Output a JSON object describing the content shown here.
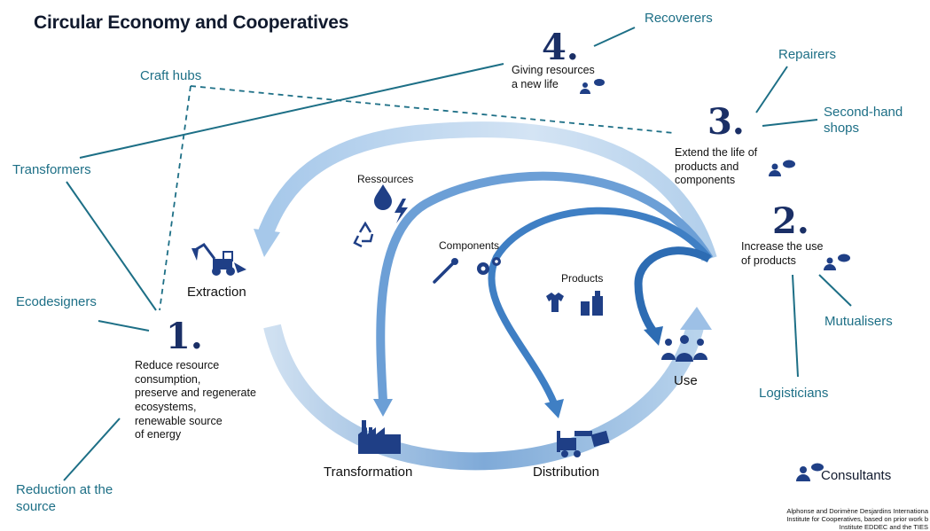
{
  "title": "Circular Economy and Cooperatives",
  "actors": {
    "recoverers": "Recoverers",
    "repairers": "Repairers",
    "second_hand_1": "Second-hand",
    "second_hand_2": "shops",
    "craft_hubs": "Craft hubs",
    "transformers": "Transformers",
    "ecodesigners": "Ecodesigners",
    "mutualisers": "Mutualisers",
    "logisticians": "Logisticians",
    "reduction_1": "Reduction at the",
    "reduction_2": "source",
    "consultants": "Consultants"
  },
  "stages": [
    {
      "number": "1.",
      "lines": [
        "Reduce resource",
        "consumption,",
        "preserve and regenerate",
        "ecosystems,",
        "renewable source",
        "of energy"
      ]
    },
    {
      "number": "2.",
      "lines": [
        "Increase the use",
        "of products"
      ]
    },
    {
      "number": "3.",
      "lines": [
        "Extend the life of",
        "products and",
        "components"
      ]
    },
    {
      "number": "4.",
      "lines": [
        "Giving resources",
        "a new life"
      ]
    }
  ],
  "flow": {
    "extraction": "Extraction",
    "transformation": "Transformation",
    "distribution": "Distribution",
    "use": "Use",
    "ressources": "Ressources",
    "components": "Components",
    "products": "Products"
  },
  "credit": {
    "line1": "Alphonse and Dorimène Desjardins Internationa",
    "line2": "Institute for Cooperatives, based on prior work b",
    "line3": "Institute EDDEC and the TIES"
  },
  "colors": {
    "arc_light": "#b8d3ec",
    "arc_mid": "#8ab6e0",
    "arc_dark": "#3f7fc4",
    "arc_darker": "#2d6cb3",
    "icon_navy": "#1f3f86",
    "actor_teal": "#1d6f86",
    "line_teal": "#1d6f86"
  }
}
